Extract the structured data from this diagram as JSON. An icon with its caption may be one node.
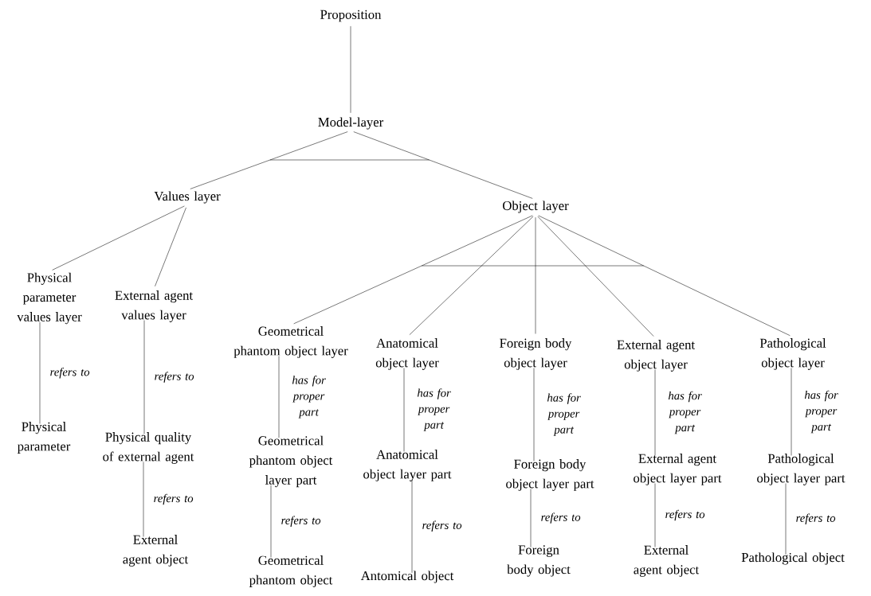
{
  "diagram": {
    "nodes": [
      {
        "text": [
          "Proposition"
        ]
      },
      {
        "text": [
          "Model-layer"
        ]
      },
      {
        "text": [
          "Values layer"
        ]
      },
      {
        "text": [
          "Object layer"
        ]
      },
      {
        "text": [
          "Physical parameter values layer"
        ]
      },
      {
        "text": [
          "External agent values layer"
        ]
      },
      {
        "text": [
          "Geometrical phantom object layer"
        ]
      },
      {
        "text": [
          "Anatomical object layer"
        ]
      },
      {
        "text": [
          "Foreign body object layer"
        ]
      },
      {
        "text": [
          "External agent object layer"
        ]
      },
      {
        "text": [
          "Pathological object layer"
        ]
      },
      {
        "text": [
          "Physical parameter"
        ]
      },
      {
        "text": [
          "Physical quality of external agent"
        ]
      },
      {
        "text": [
          "External agent object"
        ]
      },
      {
        "text": [
          "Geometrical phantom object layer part"
        ]
      },
      {
        "text": [
          "Anatomical object layer part"
        ]
      },
      {
        "text": [
          "Foreign body object layer part"
        ]
      },
      {
        "text": [
          "External agent object layer part"
        ]
      },
      {
        "text": [
          "Pathological object layer part"
        ]
      },
      {
        "text": [
          "Geometrical phantom object"
        ]
      },
      {
        "text": [
          "Antomical object"
        ]
      },
      {
        "text": [
          "Foreign body object"
        ]
      },
      {
        "text": [
          "External agent object"
        ]
      },
      {
        "text": [
          "Pathological object"
        ]
      }
    ],
    "edges": [
      {
        "from": 0,
        "to": 1,
        "arrow": "none"
      },
      {
        "from": 1,
        "to": 2,
        "arrow": "none"
      },
      {
        "from": 1,
        "to": 3,
        "arrow": "none"
      },
      {
        "from": 2,
        "to": 4,
        "arrow": "none"
      },
      {
        "from": 2,
        "to": 5,
        "arrow": "none"
      },
      {
        "from": 3,
        "to": 6,
        "arrow": "none"
      },
      {
        "from": 3,
        "to": 7,
        "arrow": "none"
      },
      {
        "from": 3,
        "to": 8,
        "arrow": "none"
      },
      {
        "from": 3,
        "to": 9,
        "arrow": "none"
      },
      {
        "from": 3,
        "to": 10,
        "arrow": "none"
      },
      {
        "from": 4,
        "to": 11,
        "arrow": "none",
        "label": "refers to"
      },
      {
        "from": 5,
        "to": 12,
        "arrow": "none",
        "label": "refers to"
      },
      {
        "from": 12,
        "to": 13,
        "arrow": "none",
        "label": "refers to"
      },
      {
        "from": 6,
        "to": 14,
        "arrow": "none",
        "label": "has for proper part"
      },
      {
        "from": 7,
        "to": 15,
        "arrow": "none",
        "label": "has for proper part"
      },
      {
        "from": 8,
        "to": 16,
        "arrow": "none",
        "label": "has for proper part"
      },
      {
        "from": 9,
        "to": 17,
        "arrow": "none",
        "label": "has for proper part"
      },
      {
        "from": 10,
        "to": 18,
        "arrow": "none",
        "label": "has for proper part"
      },
      {
        "from": 14,
        "to": 19,
        "arrow": "none",
        "label": "refers to"
      },
      {
        "from": 15,
        "to": 20,
        "arrow": "none",
        "label": "refers to"
      },
      {
        "from": 16,
        "to": 21,
        "arrow": "none",
        "label": "refers to"
      },
      {
        "from": 17,
        "to": 22,
        "arrow": "none",
        "label": "refers to"
      },
      {
        "from": 18,
        "to": 23,
        "arrow": "none",
        "label": "refers to"
      }
    ]
  }
}
